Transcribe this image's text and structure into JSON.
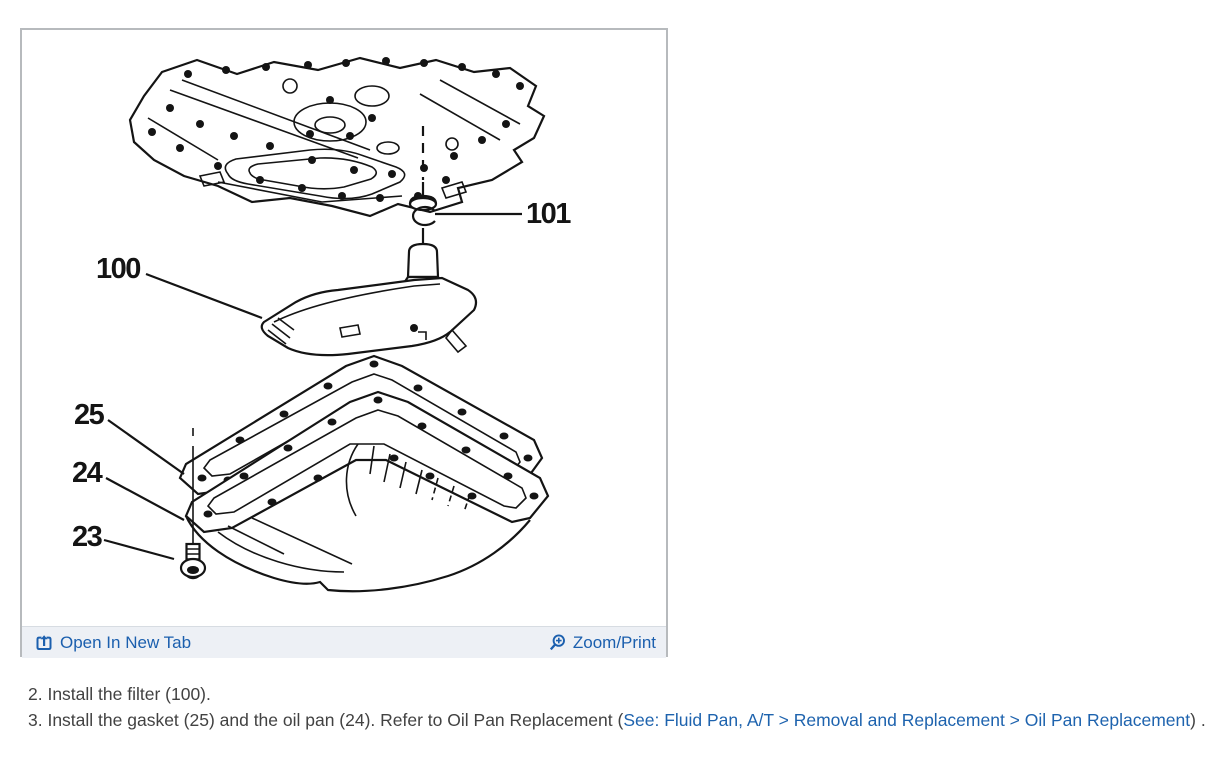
{
  "panel": {
    "diagram": {
      "description": "Exploded view of automatic transmission fluid pan assembly",
      "callouts": {
        "c101": "101",
        "c100": "100",
        "c25": "25",
        "c24": "24",
        "c23": "23"
      }
    },
    "footer": {
      "open_label": "Open In New Tab",
      "zoom_label": "Zoom/Print",
      "icons": {
        "open_icon": "box-with-up-arrow",
        "zoom_icon": "magnifier-with-plus"
      }
    }
  },
  "instructions": {
    "line2": {
      "text": "2. Install the filter (100)."
    },
    "line3": {
      "prefix": "3. Install the gasket (25) and the oil pan (24). Refer to Oil Pan Replacement (",
      "link": "See: Fluid Pan, A/T > Removal and Replacement > Oil Pan Replacement",
      "suffix": ") ."
    }
  },
  "colors": {
    "link_blue": "#1b5fae",
    "footer_bg": "#edf0f5",
    "panel_border": "#b7babd",
    "body_text": "#424242",
    "line_art": "#141414"
  }
}
